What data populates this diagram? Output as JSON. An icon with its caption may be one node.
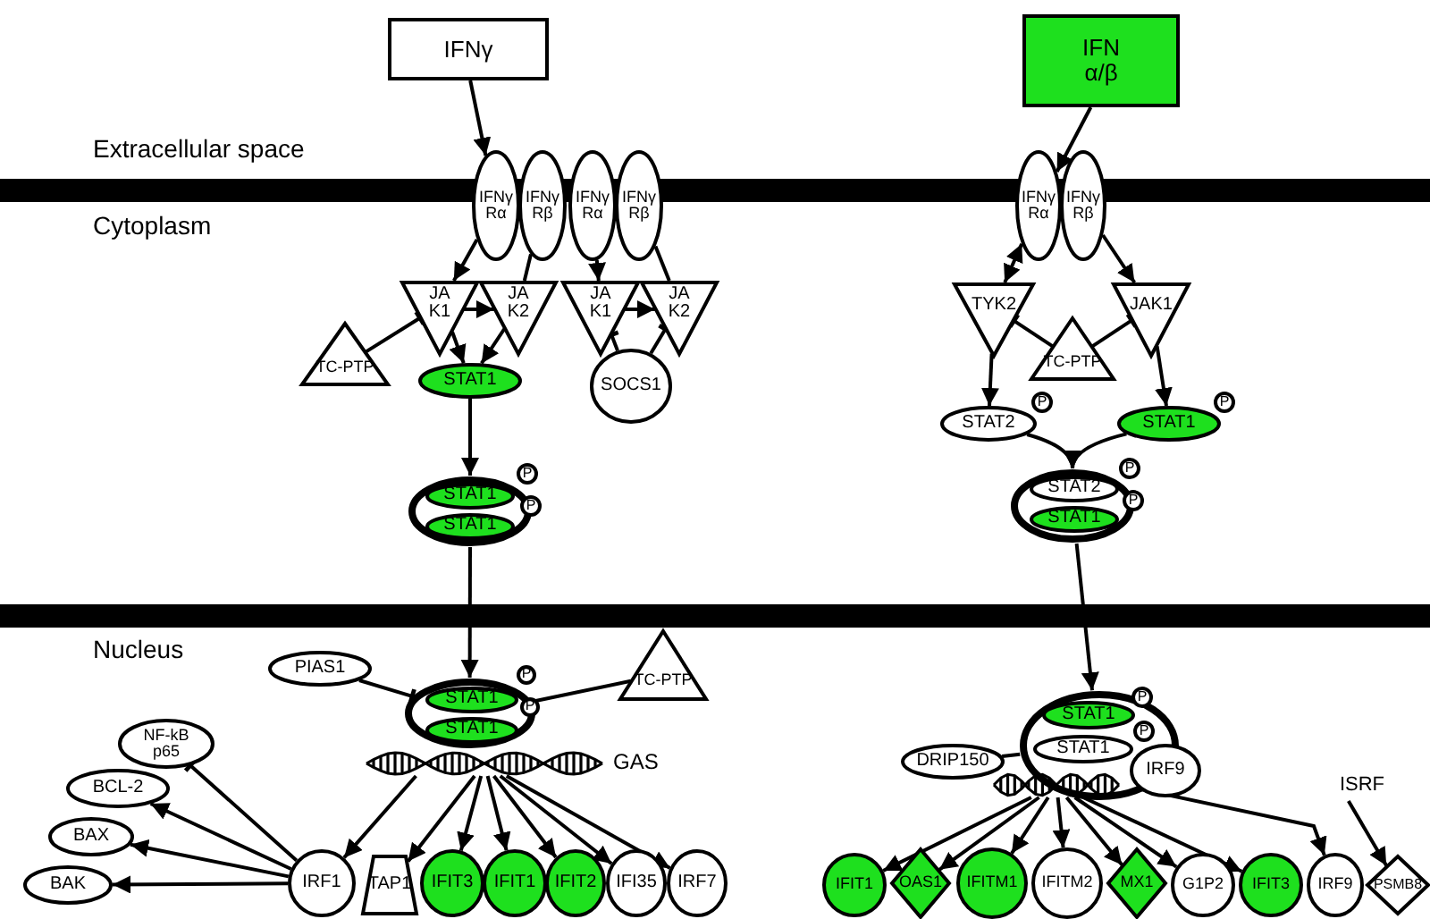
{
  "diagram": {
    "nodes": [
      {
        "text": [
          "IFNγ"
        ]
      },
      {
        "text": [
          "IFN α/β"
        ]
      },
      {
        "text": [
          "IFNγ Rα"
        ]
      },
      {
        "text": [
          "IFNγ Rβ"
        ]
      },
      {
        "text": [
          "IFNγ Rα"
        ]
      },
      {
        "text": [
          "IFNγ Rβ"
        ]
      },
      {
        "text": [
          "JA K1"
        ]
      },
      {
        "text": [
          "JA K2"
        ]
      },
      {
        "text": [
          "JA K1"
        ]
      },
      {
        "text": [
          "JA K2"
        ]
      },
      {
        "text": [
          "TC-PTP"
        ]
      },
      {
        "text": [
          "STAT1"
        ]
      },
      {
        "text": [
          "SOCS1"
        ]
      },
      {
        "text": [],
        "shape": "ring"
      },
      {
        "text": [
          "STAT1"
        ],
        "in": 13
      },
      {
        "text": [
          "STAT1"
        ],
        "in": 13
      },
      {
        "text": [
          "P"
        ]
      },
      {
        "text": [
          "P"
        ]
      },
      {
        "text": [
          "IFNγ Rα"
        ]
      },
      {
        "text": [
          "IFNγ Rβ"
        ]
      },
      {
        "text": [
          "TYK2"
        ]
      },
      {
        "text": [
          "JAK1"
        ]
      },
      {
        "text": [
          "TC-PTP"
        ]
      },
      {
        "text": [
          "STAT2"
        ]
      },
      {
        "text": [
          "P"
        ]
      },
      {
        "text": [
          "STAT1"
        ]
      },
      {
        "text": [
          "P"
        ]
      },
      {
        "text": [],
        "shape": "ring"
      },
      {
        "text": [
          "STAT2"
        ],
        "in": 27
      },
      {
        "text": [
          "STAT1"
        ],
        "in": 27
      },
      {
        "text": [
          "P"
        ]
      },
      {
        "text": [
          "P"
        ]
      },
      {
        "text": [
          "PIAS1"
        ]
      },
      {
        "text": [
          "TC-PTP"
        ]
      },
      {
        "text": [],
        "shape": "ring"
      },
      {
        "text": [
          "STAT1"
        ],
        "in": 34
      },
      {
        "text": [
          "STAT1"
        ],
        "in": 34
      },
      {
        "text": [
          "P"
        ]
      },
      {
        "text": [
          "P"
        ]
      },
      {
        "text": [],
        "shape": "helix",
        "beside": [
          "GAS"
        ]
      },
      {
        "text": [
          "NF-kB p65"
        ]
      },
      {
        "text": [
          "BCL-2"
        ]
      },
      {
        "text": [
          "BAX"
        ]
      },
      {
        "text": [
          "BAK"
        ]
      },
      {
        "text": [
          "IRF1"
        ]
      },
      {
        "text": [
          "TAP1"
        ]
      },
      {
        "text": [
          "IFIT3"
        ]
      },
      {
        "text": [
          "IFIT1"
        ]
      },
      {
        "text": [
          "IFIT2"
        ]
      },
      {
        "text": [
          "IFI35"
        ]
      },
      {
        "text": [
          "IRF7"
        ]
      },
      {
        "text": [],
        "shape": "ring"
      },
      {
        "text": [
          "STAT1"
        ],
        "in": 51
      },
      {
        "text": [
          "STAT1"
        ],
        "in": 51
      },
      {
        "text": [
          "IRF9"
        ]
      },
      {
        "text": [
          "P"
        ]
      },
      {
        "text": [
          "P"
        ],
        "in": 51
      },
      {
        "text": [],
        "shape": "helix"
      },
      {
        "text": [
          "DRIP150"
        ]
      },
      {
        "text": [
          "ISRF"
        ]
      },
      {
        "text": [
          "IFIT1"
        ]
      },
      {
        "text": [
          "OAS1"
        ]
      },
      {
        "text": [
          "IFITM1"
        ]
      },
      {
        "text": [
          "IFITM2"
        ]
      },
      {
        "text": [
          "MX1"
        ]
      },
      {
        "text": [
          "G1P2"
        ]
      },
      {
        "text": [
          "IFIT3"
        ]
      },
      {
        "text": [
          "IRF9"
        ]
      },
      {
        "text": [
          "PSMB8"
        ]
      }
    ],
    "edges": [
      {
        "from": 0,
        "to": 2,
        "arrow": "to"
      },
      {
        "from": 2,
        "to": 6,
        "arrow": "to"
      },
      {
        "from": 3,
        "to": 7,
        "arrow": "none"
      },
      {
        "from": 4,
        "to": 8,
        "arrow": "to"
      },
      {
        "from": 5,
        "to": 9,
        "arrow": "none"
      },
      {
        "from": 6,
        "to": 7,
        "arrow": "to"
      },
      {
        "from": 6,
        "to": 11,
        "arrow": "to"
      },
      {
        "from": 7,
        "to": 11,
        "arrow": "to"
      },
      {
        "from": 10,
        "to": 6,
        "arrow": "other"
      },
      {
        "from": 8,
        "to": 9,
        "arrow": "to"
      },
      {
        "from": 12,
        "to": 8,
        "arrow": "other"
      },
      {
        "from": 12,
        "to": 9,
        "arrow": "other"
      },
      {
        "from": 11,
        "to": 13,
        "arrow": "to"
      },
      {
        "from": 13,
        "to": 34,
        "arrow": "to"
      },
      {
        "from": 1,
        "to": 18,
        "arrow": "to"
      },
      {
        "from": 18,
        "to": 20,
        "arrow": "both"
      },
      {
        "from": 19,
        "to": 21,
        "arrow": "to"
      },
      {
        "from": 20,
        "to": 23,
        "arrow": "to"
      },
      {
        "from": 21,
        "to": 25,
        "arrow": "to"
      },
      {
        "from": 22,
        "to": 20,
        "arrow": "other"
      },
      {
        "from": 22,
        "to": 21,
        "arrow": "other"
      },
      {
        "from": 23,
        "to": 27,
        "arrow": "to"
      },
      {
        "from": 25,
        "to": 27,
        "arrow": "to"
      },
      {
        "from": 27,
        "to": 51,
        "arrow": "to"
      },
      {
        "from": 32,
        "to": 34,
        "arrow": "other"
      },
      {
        "from": 33,
        "to": 34,
        "arrow": "none"
      },
      {
        "from": 39,
        "to": 44,
        "arrow": "to"
      },
      {
        "from": 39,
        "to": 45,
        "arrow": "to"
      },
      {
        "from": 39,
        "to": 46,
        "arrow": "to"
      },
      {
        "from": 39,
        "to": 47,
        "arrow": "to"
      },
      {
        "from": 39,
        "to": 48,
        "arrow": "to"
      },
      {
        "from": 39,
        "to": 49,
        "arrow": "to"
      },
      {
        "from": 39,
        "to": 50,
        "arrow": "to"
      },
      {
        "from": 44,
        "to": 43,
        "arrow": "to"
      },
      {
        "from": 44,
        "to": 42,
        "arrow": "to"
      },
      {
        "from": 44,
        "to": 41,
        "arrow": "to"
      },
      {
        "from": 44,
        "to": 40,
        "arrow": "other"
      },
      {
        "from": 58,
        "to": 51,
        "arrow": "none"
      },
      {
        "from": 57,
        "to": 60,
        "arrow": "to"
      },
      {
        "from": 57,
        "to": 61,
        "arrow": "to"
      },
      {
        "from": 57,
        "to": 62,
        "arrow": "to"
      },
      {
        "from": 57,
        "to": 63,
        "arrow": "to"
      },
      {
        "from": 57,
        "to": 64,
        "arrow": "to"
      },
      {
        "from": 57,
        "to": 65,
        "arrow": "to"
      },
      {
        "from": 57,
        "to": 66,
        "arrow": "to"
      },
      {
        "from": 57,
        "to": 67,
        "arrow": "to"
      },
      {
        "from": 59,
        "to": 68,
        "arrow": "to"
      }
    ],
    "labels": [
      "Extracellular space",
      "Cytoplasm",
      "Nucleus"
    ]
  }
}
